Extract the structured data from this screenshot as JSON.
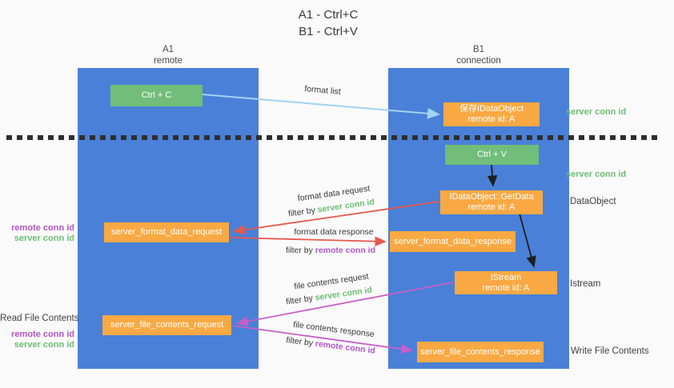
{
  "title": {
    "line1": "A1 - Ctrl+C",
    "line2": "B1 - Ctrl+V"
  },
  "columns": {
    "left": {
      "name": "A1",
      "role": "remote"
    },
    "right": {
      "name": "B1",
      "role": "connection"
    }
  },
  "nodes": {
    "ctrl_c": "Ctrl + C",
    "ctrl_v": "Ctrl + V",
    "save_idataobject": {
      "line1": "保存IDataObject",
      "line2": "remote id: A"
    },
    "getdata": {
      "line1": "IDataObject::GetData",
      "line2": "remote id: A"
    },
    "istream": {
      "line1": "IStream",
      "line2": "remote id: A"
    },
    "format_request": "server_format_data_request",
    "format_response": "server_format_data_response",
    "file_request": "server_file_contents_request",
    "file_response": "server_file_contents_response"
  },
  "edges": {
    "format_list": {
      "label": "format list"
    },
    "format_data_request": {
      "label": "format data request",
      "filter_prefix": "filter by ",
      "filter_id": "server conn id"
    },
    "format_data_response": {
      "label": "format data response",
      "filter_prefix": "filter by ",
      "filter_id": "remote conn id"
    },
    "file_contents_request": {
      "label": "file contents request",
      "filter_prefix": "filter by ",
      "filter_id": "server conn id"
    },
    "file_contents_response": {
      "label": "file contents response",
      "filter_prefix": "filter by ",
      "filter_id": "remote conn id"
    }
  },
  "annotations": {
    "server_conn_id_top": "server conn id",
    "server_conn_id_mid": "server conn id",
    "dataobject": "DataObject",
    "istream": "Istream",
    "write_file_contents": "Write File Contents",
    "read_file_contents": "Read File Contents",
    "left_remote_conn_id_1": "remote conn id",
    "left_server_conn_id_1": "server conn id",
    "left_remote_conn_id_2": "remote conn id",
    "left_server_conn_id_2": "server conn id"
  },
  "colors": {
    "column_blue": "#4a80d8",
    "node_green": "#72bd79",
    "node_orange": "#f8a943",
    "arrow_light_blue": "#a3d2f2",
    "arrow_red": "#e8584e",
    "arrow_magenta": "#c85fc8",
    "arrow_black": "#1f1f1f",
    "id_green": "#6cbe74",
    "id_purple": "#b156c5",
    "background": "#fafafa"
  }
}
